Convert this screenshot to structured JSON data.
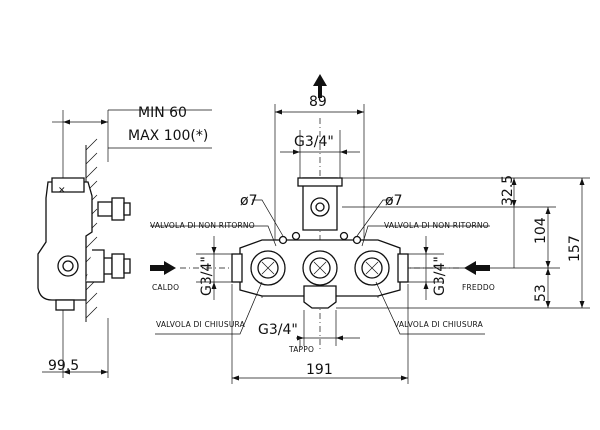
{
  "dimensions": {
    "min_clearance": "MIN 60",
    "max_clearance": "MAX 100(*)",
    "side_depth": "99.5",
    "top_width": "89",
    "top_thread": "G3/4\"",
    "hole_left": "ø7",
    "hole_right": "ø7",
    "overall_width": "191",
    "bottom_thread": "G3/4\"",
    "left_thread": "G3/4\"",
    "right_thread": "G3/4\"",
    "upper_height": "32.5",
    "mid_height": "104",
    "lower_height": "53",
    "total_height": "157"
  },
  "labels": {
    "check_valve_left": "VALVOLA DI NON RITORNO",
    "check_valve_right": "VALVOLA DI NON RITORNO",
    "stop_valve_left": "VALVOLA DI CHIUSURA",
    "stop_valve_right": "VALVOLA DI CHIUSURA",
    "hot_inlet": "CALDO",
    "cold_inlet": "FREDDO",
    "plug": "TAPPO"
  }
}
